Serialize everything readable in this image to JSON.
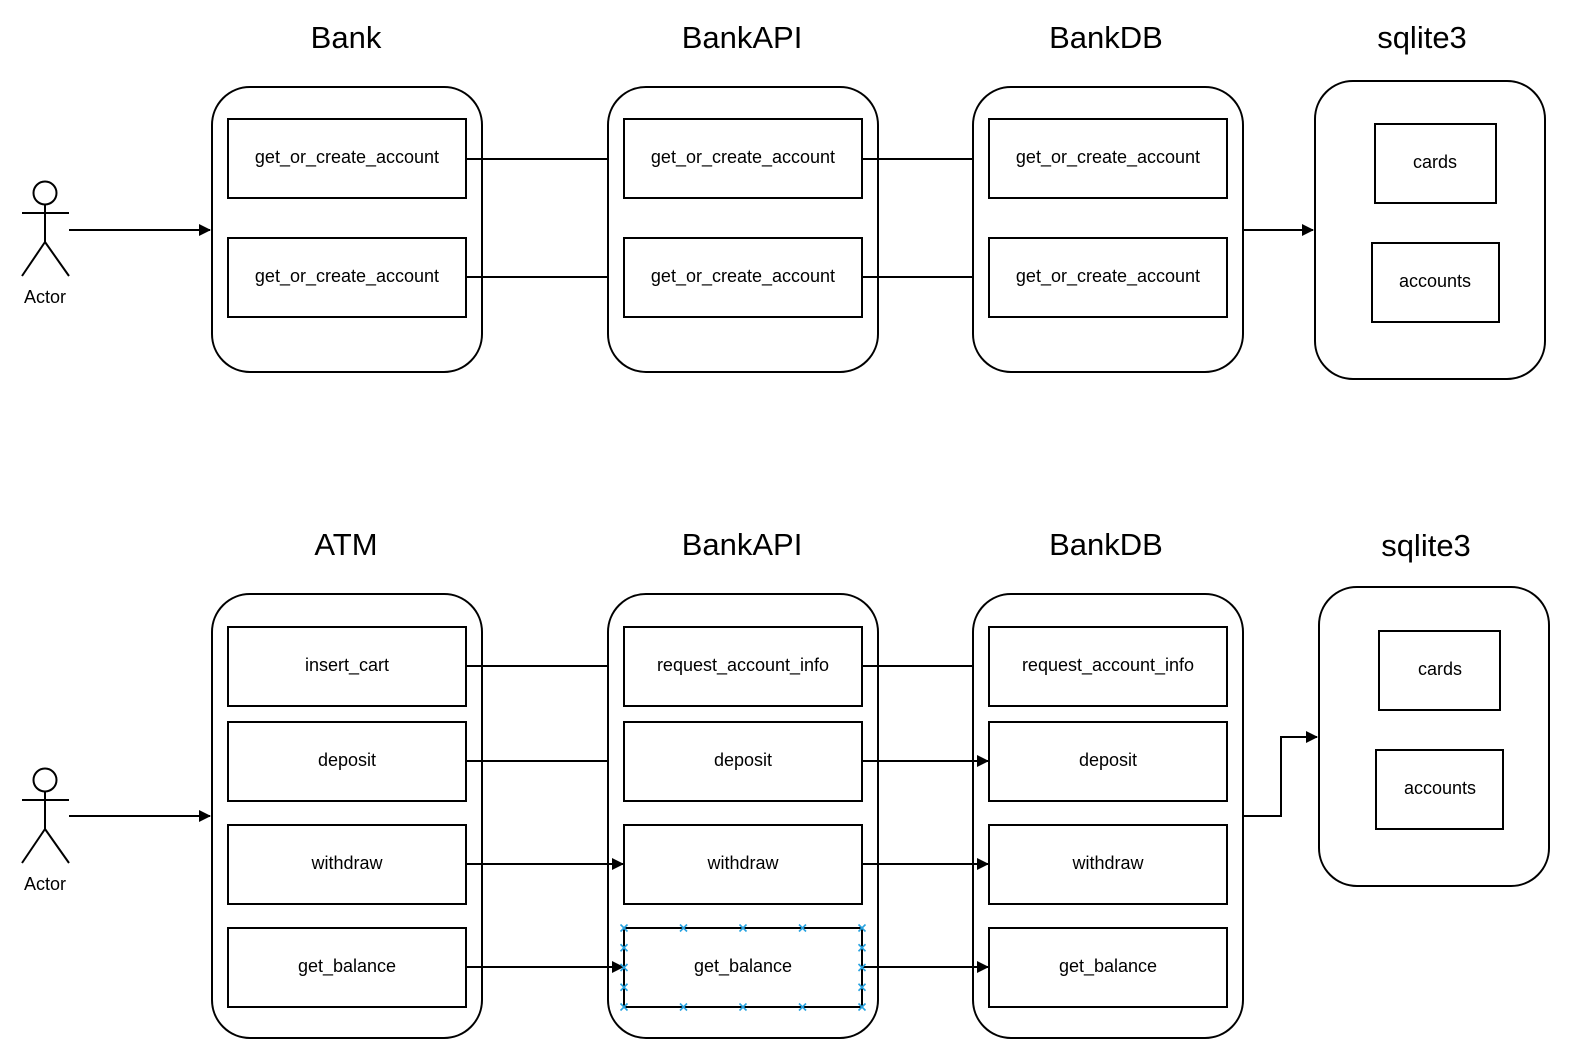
{
  "top": {
    "actor": "Actor",
    "columns": [
      {
        "title": "Bank",
        "items": [
          "get_or_create_account",
          "get_or_create_account"
        ]
      },
      {
        "title": "BankAPI",
        "items": [
          "get_or_create_account",
          "get_or_create_account"
        ]
      },
      {
        "title": "BankDB",
        "items": [
          "get_or_create_account",
          "get_or_create_account"
        ]
      },
      {
        "title": "sqlite3",
        "items": [
          "cards",
          "accounts"
        ]
      }
    ]
  },
  "bottom": {
    "actor": "Actor",
    "columns": [
      {
        "title": "ATM",
        "items": [
          "insert_cart",
          "deposit",
          "withdraw",
          "get_balance"
        ]
      },
      {
        "title": "BankAPI",
        "items": [
          "request_account_info",
          "deposit",
          "withdraw",
          "get_balance"
        ]
      },
      {
        "title": "BankDB",
        "items": [
          "request_account_info",
          "deposit",
          "withdraw",
          "get_balance"
        ]
      },
      {
        "title": "sqlite3",
        "items": [
          "cards",
          "accounts"
        ]
      }
    ]
  },
  "colors": {
    "stroke": "#000000",
    "selection_handle": "#29a3e0"
  }
}
